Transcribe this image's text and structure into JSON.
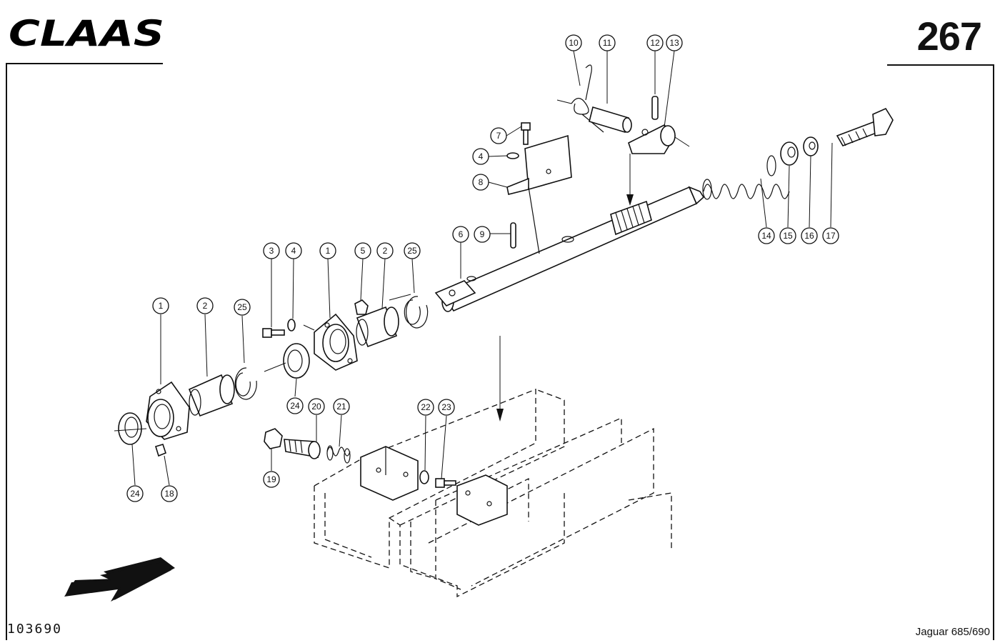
{
  "header": {
    "brand": "CLAAS",
    "page_number": "267"
  },
  "footer": {
    "document_number": "103690",
    "model": "Jaguar 685/690"
  },
  "callouts": [
    "10",
    "11",
    "12",
    "13",
    "7",
    "4",
    "8",
    "6",
    "9",
    "14",
    "15",
    "16",
    "17",
    "3",
    "4",
    "1",
    "5",
    "2",
    "25",
    "1",
    "2",
    "25",
    "24",
    "20",
    "21",
    "22",
    "23",
    "19",
    "24",
    "18"
  ]
}
